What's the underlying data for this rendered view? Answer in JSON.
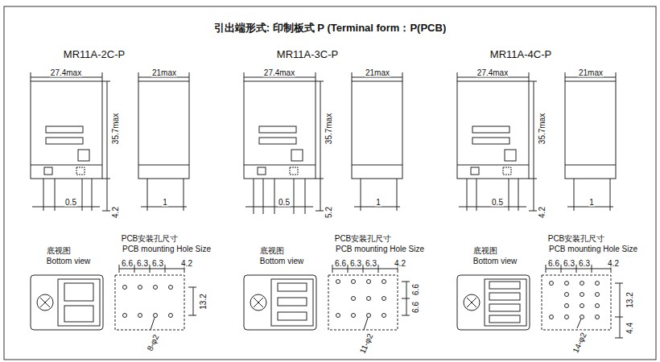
{
  "diagram": {
    "title": "引出端形式: 印制板式 P   (Terminal form：P(PCB)",
    "labels": [
      "MR11A-2C-P",
      "27.4max",
      "21max",
      "35.7max",
      "0.5",
      "1",
      "4.2",
      "底视图",
      "Bottom view",
      "PCB安装孔尺寸",
      "PCB mounting Hole Size",
      "6.6",
      "6.3",
      "6.3",
      "4.2",
      "13.2",
      "8-φ2",
      "MR11A-3C-P",
      "27.4max",
      "21max",
      "35.7max",
      "0.5",
      "1",
      "5.2",
      "底视图",
      "Bottom view",
      "PCB安装孔尺寸",
      "PCB mounting Hole Size",
      "6.6",
      "6.3",
      "6.3",
      "4.2",
      "6.6",
      "6.6",
      "11-φ2",
      "MR11A-4C-P",
      "27.4max",
      "21max",
      "35.7max",
      "0.5",
      "1",
      "4.2",
      "底视图",
      "Bottom view",
      "PCB安装孔尺寸",
      "PCB mounting Hole Size",
      "6.6",
      "6.3",
      "6.3",
      "4.2",
      "13.2",
      "4.4",
      "14-φ2"
    ]
  }
}
